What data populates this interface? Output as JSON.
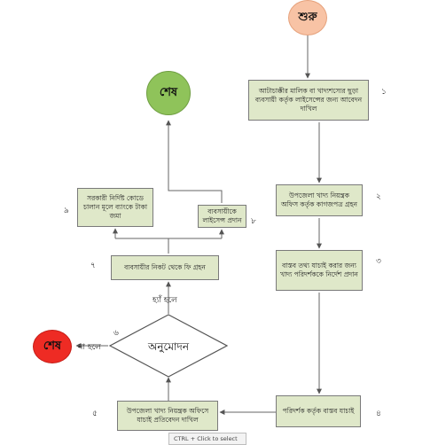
{
  "nodes": {
    "start": "শুরু",
    "end_top": "শেষ",
    "end_left": "শেষ",
    "step1": "আটাচাক্কীর মালিক বা খাদ্যশস্যের ছুড়া ব্যবসায়ী কর্তৃক লাইসেন্সের জন্য আবেদন দাখিল",
    "step2": "উপজেলা খাদ্য নিয়ন্ত্রক অফিস কর্তৃক কাগজপত্র গ্রহন",
    "step3": "বাস্তব তথ্য যাচাই করার জন্য খাদ্য পরিদর্শককে নির্দেশ প্রদান",
    "step4": "পরিদর্শক কর্তৃক বাস্তব যাচাই",
    "step5": "উপজেলা খাদ্য নিয়ন্ত্রক অফিসে যাচাই প্রতিবেদন দাখিল",
    "decision": "অনুমোদন",
    "step7": "ব্যবসায়ীর নিকট থেকে ফি গ্রহন",
    "step8": "ব্যবসায়ীকে লাইসেন্স প্রদান",
    "step9": "সরকারী নির্দিষ্ট কোডে চালান মূলে ব্যাংকে টাকা জমা"
  },
  "numbers": {
    "n1": "১",
    "n2": "২",
    "n3": "৩",
    "n4": "৪",
    "n5": "৫",
    "n6": "৬",
    "n7": "৭",
    "n8": "৮",
    "n9": "৯"
  },
  "edge_labels": {
    "yes": "হ্যাঁ হলে",
    "no": "না হলে"
  },
  "tooltip": "CTRL + Click to select",
  "colors": {
    "start_fill": "#f8c3a5",
    "end_top_fill": "#8fc35a",
    "end_left_fill": "#ee2b24",
    "box_fill": "#dfe8c9"
  }
}
